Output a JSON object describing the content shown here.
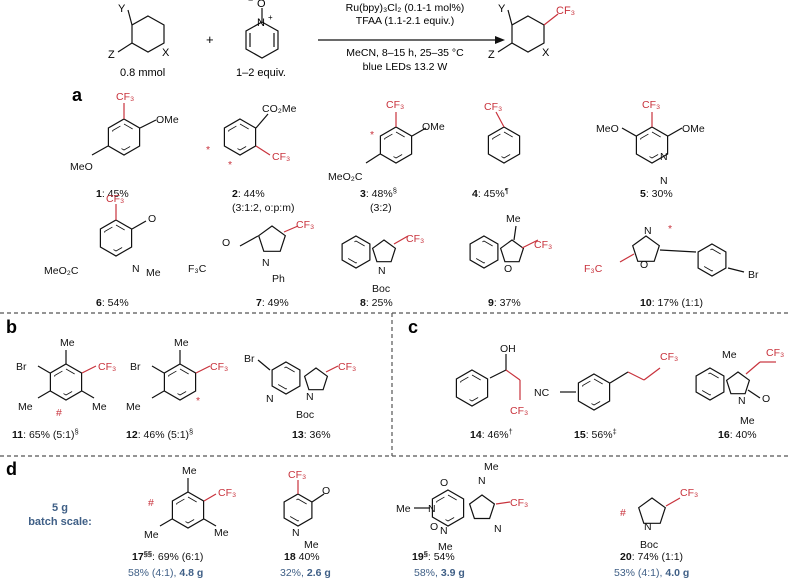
{
  "colors": {
    "cf3": "#c8323c",
    "accent_blue": "#3f5f86",
    "bond": "#111111",
    "divider": "#555555"
  },
  "header": {
    "reactant": {
      "sub_y": "Y",
      "sub_z": "Z",
      "sub_x": "X",
      "amount": "0.8 mmol"
    },
    "plus": "+",
    "reagent": {
      "n": "N",
      "o": "O",
      "plus": "+",
      "minus": "−",
      "amount": "1–2 equiv."
    },
    "conditions": {
      "line1": "Ru(bpy)₃Cl₂ (0.1-1 mol%)",
      "line2": "TFAA (1.1-2.1 equiv.)",
      "line3": "MeCN, 8–15 h, 25–35 °C",
      "line4": "blue LEDs 13.2 W"
    },
    "product": {
      "sub_y": "Y",
      "sub_z": "Z",
      "sub_x": "X",
      "cf3": "CF₃"
    }
  },
  "sections": {
    "a": "a",
    "b": "b",
    "c": "c",
    "d": "d"
  },
  "batch": {
    "line1": "5 g",
    "line2": "batch scale:"
  },
  "compounds": [
    {
      "num": "1",
      "text": ": 45%",
      "atoms": [
        "CF₃",
        "OMe",
        "MeO"
      ]
    },
    {
      "num": "2",
      "text": ": 44%",
      "text2": "(3:1:2, o:p:m)",
      "atoms": [
        "CO₂Me",
        "CF₃",
        "*",
        "*"
      ]
    },
    {
      "num": "3",
      "text": ": 48%",
      "sup": "§",
      "text2": "(3:2)",
      "atoms": [
        "CF₃",
        "OMe",
        "MeO₂C",
        "*"
      ]
    },
    {
      "num": "4",
      "text": ": 45%",
      "sup": "¶",
      "atoms": [
        "CF₃"
      ]
    },
    {
      "num": "5",
      "text": ": 30%",
      "atoms": [
        "CF₃",
        "MeO",
        "OMe",
        "N",
        "N"
      ]
    },
    {
      "num": "6",
      "text": ": 54%",
      "atoms": [
        "CF₃",
        "O",
        "MeO₂C",
        "N",
        "Me"
      ]
    },
    {
      "num": "7",
      "text": ": 49%",
      "atoms": [
        "F₃C",
        "O",
        "N",
        "Ph",
        "CF₃"
      ]
    },
    {
      "num": "8",
      "text": ": 25%",
      "atoms": [
        "N",
        "Boc",
        "CF₃"
      ]
    },
    {
      "num": "9",
      "text": ": 37%",
      "atoms": [
        "Me",
        "O",
        "CF₃"
      ]
    },
    {
      "num": "10",
      "text": ": 17% (1:1)",
      "atoms": [
        "F₃C",
        "N",
        "O",
        "*",
        "Br"
      ]
    },
    {
      "num": "11",
      "text": ": 65% (5:1)",
      "sup": "§",
      "atoms": [
        "Me",
        "Br",
        "CF₃",
        "Me",
        "Me",
        "#"
      ]
    },
    {
      "num": "12",
      "text": ": 46% (5:1)",
      "sup": "§",
      "atoms": [
        "Me",
        "Br",
        "CF₃",
        "Me",
        "*"
      ]
    },
    {
      "num": "13",
      "text": ": 36%",
      "atoms": [
        "Br",
        "N",
        "N",
        "Boc",
        "CF₃"
      ]
    },
    {
      "num": "14",
      "text": ": 46%",
      "sup": "†",
      "atoms": [
        "OH",
        "CF₃"
      ]
    },
    {
      "num": "15",
      "text": ": 56%",
      "sup": "‡",
      "atoms": [
        "NC",
        "CF₃"
      ]
    },
    {
      "num": "16",
      "text": ": 40%",
      "atoms": [
        "Me",
        "CF₃",
        "O",
        "N",
        "Me"
      ]
    },
    {
      "num": "17",
      "text": ": 69% (6:1)",
      "sup": "§§",
      "line2a": "58% (4:1), ",
      "line2b": "4.8 g",
      "atoms": [
        "Me",
        "CF₃",
        "Me",
        "Me",
        "#"
      ]
    },
    {
      "num": "18",
      "text": " 40%",
      "line2a": "32%, ",
      "line2b": "2.6 g",
      "atoms": [
        "CF₃",
        "O",
        "N",
        "Me"
      ]
    },
    {
      "num": "19",
      "text": ": 54%",
      "sup": "§",
      "line2a": "58%, ",
      "line2b": "3.9 g",
      "atoms": [
        "Me",
        "N",
        "O",
        "N",
        "Me",
        "O",
        "N",
        "N",
        "Me",
        "CF₃"
      ]
    },
    {
      "num": "20",
      "text": ": 74% (1:1)",
      "line2a": "53% (4:1), ",
      "line2b": "4.0 g",
      "atoms": [
        "N",
        "Boc",
        "CF₃",
        "#"
      ]
    }
  ]
}
